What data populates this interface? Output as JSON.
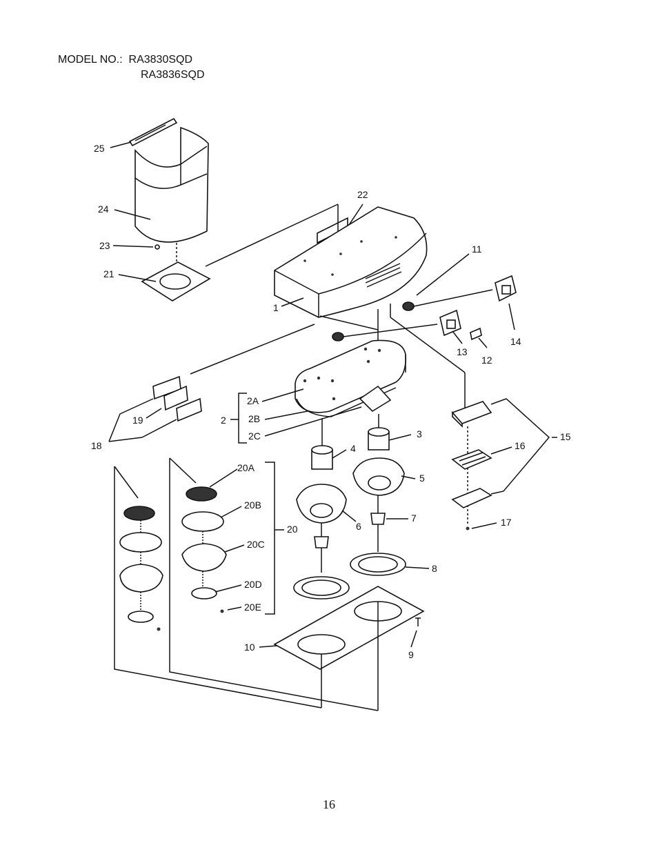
{
  "header": {
    "model_label": "MODEL NO.:",
    "models": [
      "RA3830SQD",
      "RA3836SQD"
    ]
  },
  "callouts": {
    "c1": "1",
    "c2": "2",
    "c2A": "2A",
    "c2B": "2B",
    "c2C": "2C",
    "c3": "3",
    "c4": "4",
    "c5": "5",
    "c6": "6",
    "c7": "7",
    "c8": "8",
    "c9": "9",
    "c10": "10",
    "c11": "11",
    "c12": "12",
    "c13": "13",
    "c14": "14",
    "c15": "15",
    "c16": "16",
    "c17": "17",
    "c18": "18",
    "c19": "19",
    "c20": "20",
    "c20A": "20A",
    "c20B": "20B",
    "c20C": "20C",
    "c20D": "20D",
    "c20E": "20E",
    "c21": "21",
    "c22": "22",
    "c23": "23",
    "c24": "24",
    "c25": "25"
  },
  "page_number": "16"
}
